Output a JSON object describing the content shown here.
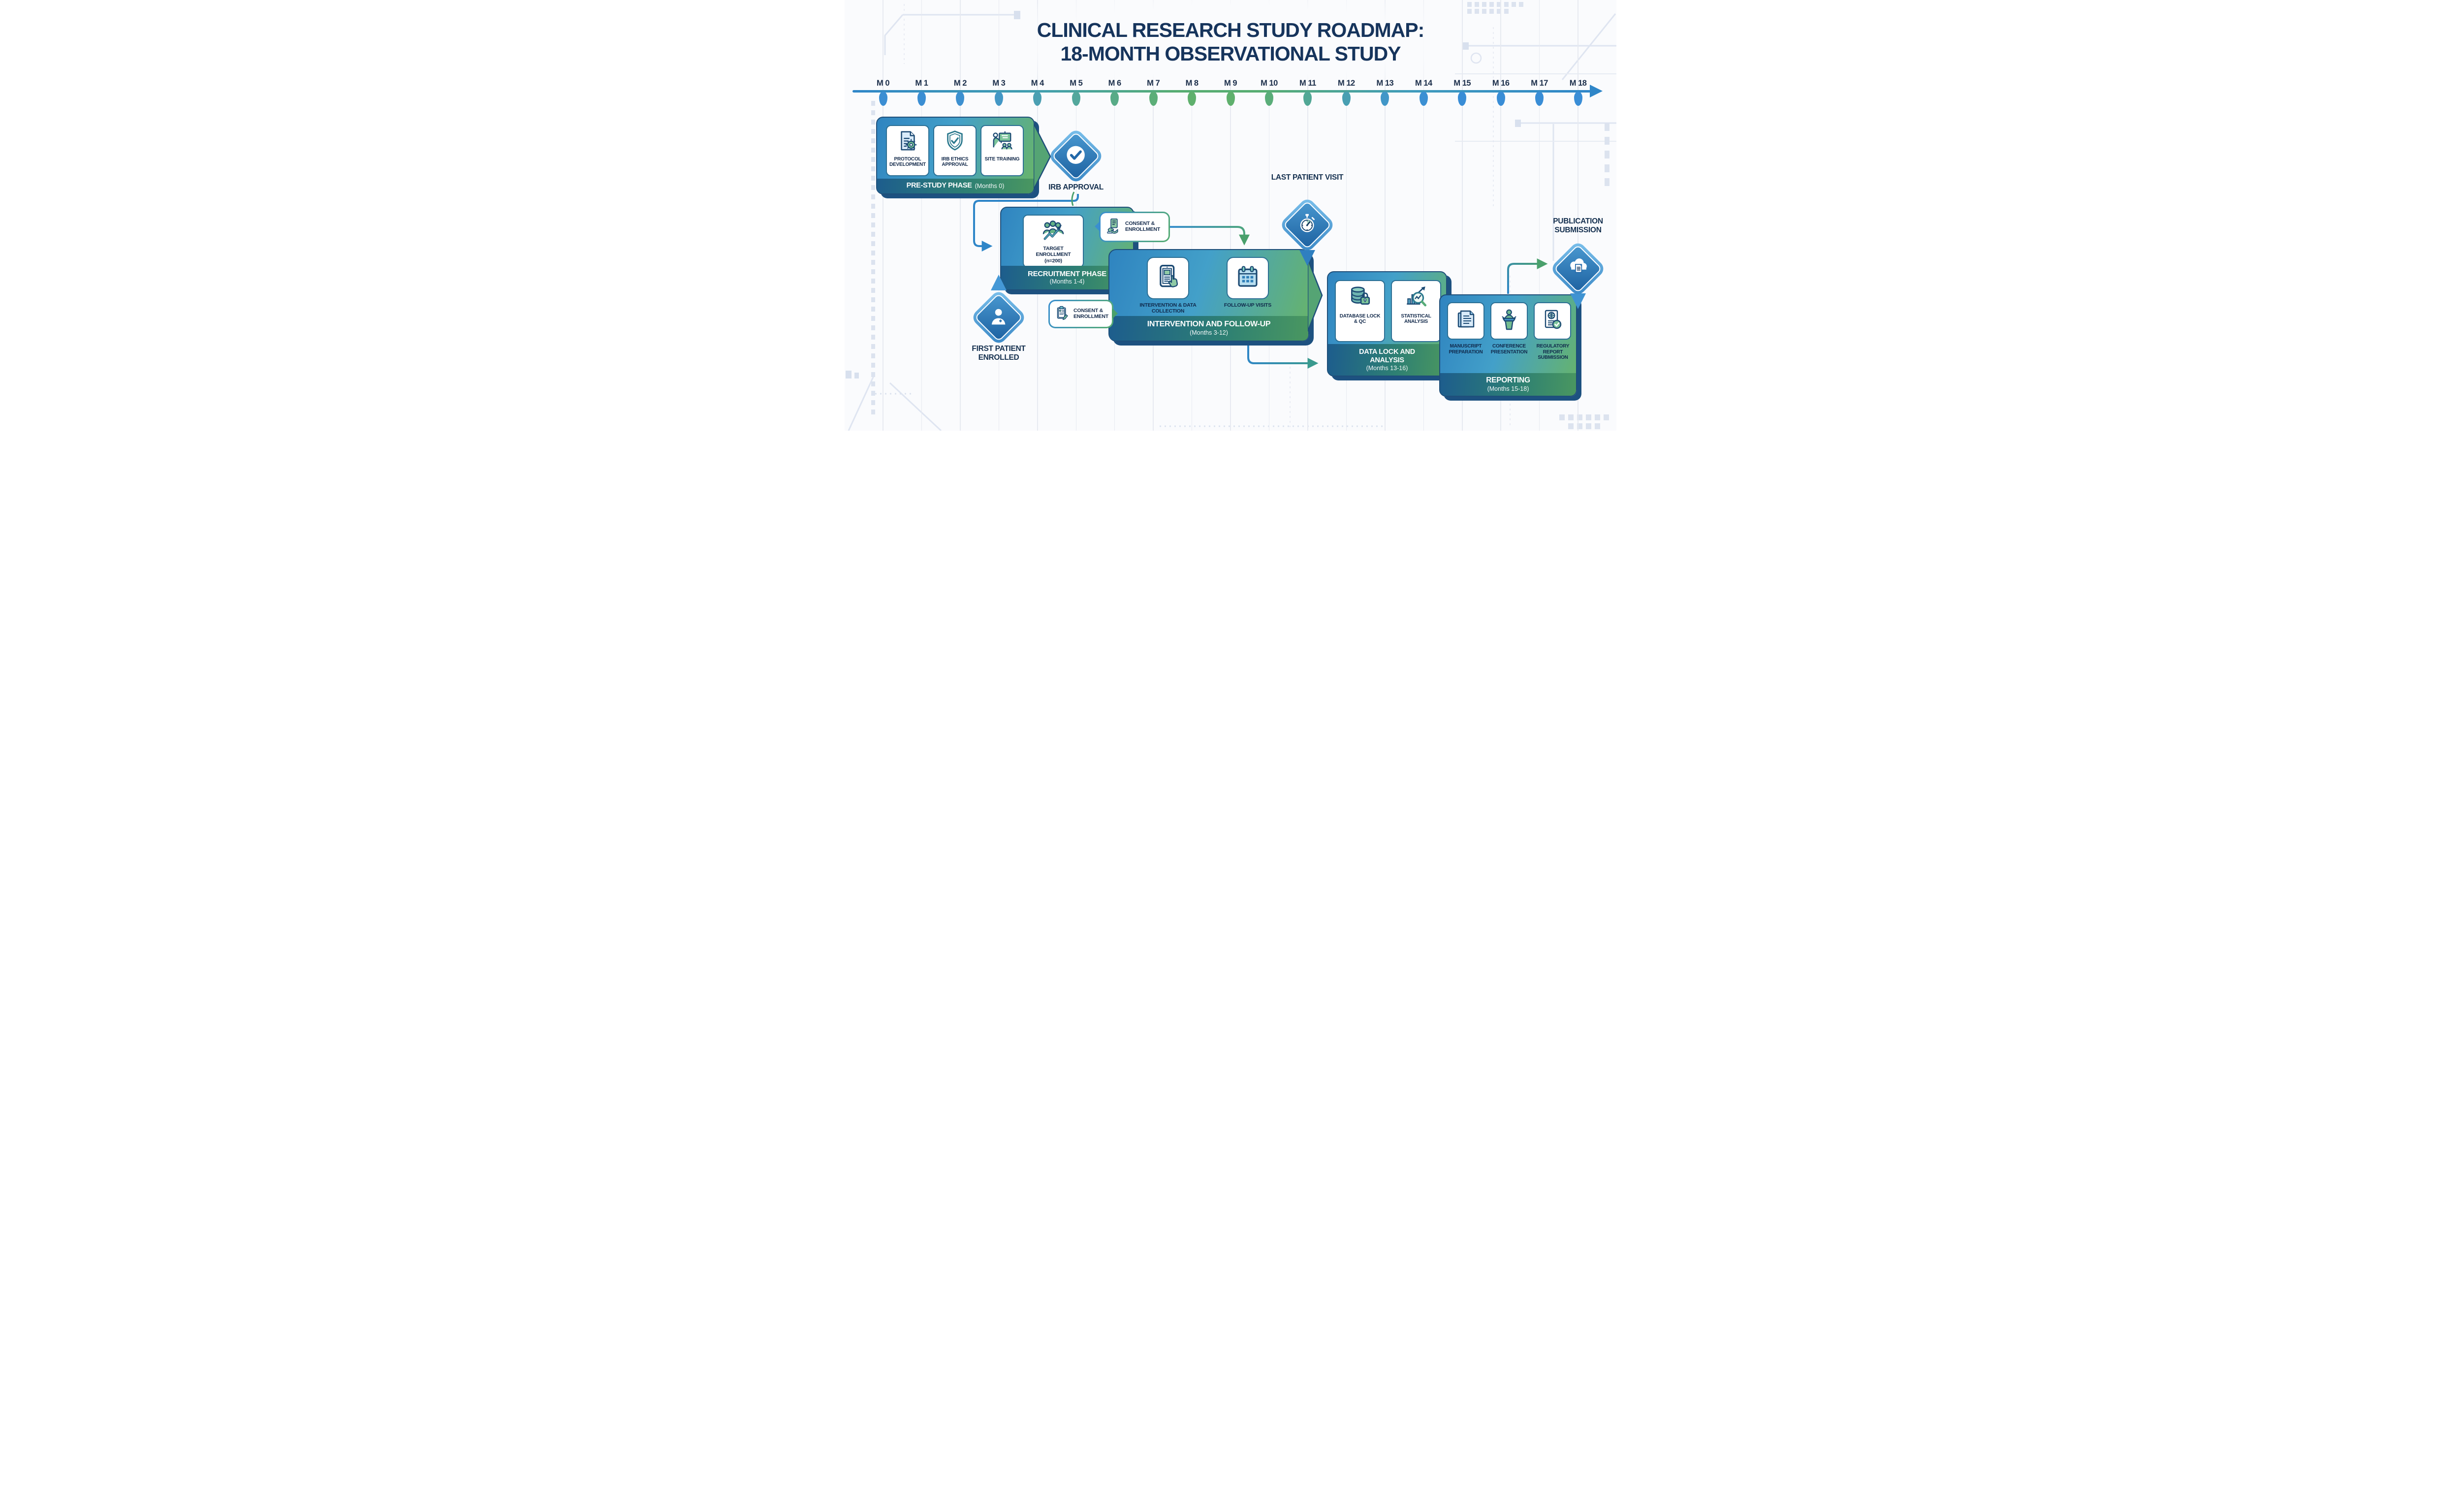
{
  "title": {
    "line1": "CLINICAL RESEARCH STUDY ROADMAP:",
    "line2": "18-MONTH OBSERVATIONAL STUDY"
  },
  "timeline": {
    "months": [
      "M 0",
      "M 1",
      "M 2",
      "M 3",
      "M 4",
      "M 5",
      "M 6",
      "M 7",
      "M 8",
      "M 9",
      "M 10",
      "M 11",
      "M 12",
      "M 13",
      "M 14",
      "M 15",
      "M 16",
      "M 17",
      "M 18"
    ],
    "dot_colors": [
      "#3b8ed3",
      "#3b8ed3",
      "#3d90d0",
      "#4397c5",
      "#4b9fb2",
      "#53a79c",
      "#58ab87",
      "#5cae78",
      "#5fb06d",
      "#5fb06d",
      "#5aad79",
      "#51a795",
      "#489fb2",
      "#4197c8",
      "#3c90d3",
      "#398dd6",
      "#398dd6",
      "#398dd6",
      "#398dd6"
    ]
  },
  "phases": [
    {
      "name": "PRE-STUDY PHASE",
      "months": "(Months 0)",
      "cards": [
        {
          "icon": "document-gear-icon",
          "label": "PROTOCOL DEVELOPMENT"
        },
        {
          "icon": "shield-check-icon",
          "label": "IRB ETHICS APPROVAL"
        },
        {
          "icon": "presenter-icon",
          "label": "SITE TRAINING"
        }
      ]
    },
    {
      "name": "RECRUITMENT PHASE",
      "months": "(Months 1-4)",
      "cards": [
        {
          "icon": "people-growth-icon",
          "label": "TARGET ENROLLMENT",
          "sublabel": "(n=200)"
        }
      ]
    },
    {
      "name": "INTERVENTION AND FOLLOW-UP",
      "months": "(Months 3-12)",
      "cards": [
        {
          "icon": "tablet-touch-icon",
          "label": "INTERVENTION & DATA COLLECTION"
        },
        {
          "icon": "calendar-icon",
          "label": "FOLLOW-UP VISITS"
        }
      ]
    },
    {
      "name": "DATA LOCK AND ANALYSIS",
      "months": "(Months 13-16)",
      "cards": [
        {
          "icon": "database-lock-icon",
          "label": "DATABASE LOCK & QC"
        },
        {
          "icon": "stats-magnifier-icon",
          "label": "STATISTICAL ANALYSIS"
        }
      ]
    },
    {
      "name": "REPORTING",
      "months": "(Months 15-18)",
      "cards": [
        {
          "icon": "manuscript-icon",
          "label": "MANUSCRIPT PREPARATION"
        },
        {
          "icon": "podium-icon",
          "label": "CONFERENCE PRESENTATION"
        },
        {
          "icon": "report-check-icon",
          "label": "REGULATORY REPORT SUBMISSION"
        }
      ]
    }
  ],
  "milestones": [
    {
      "label": "IRB APPROVAL",
      "icon": "check-circle-icon"
    },
    {
      "label": "FIRST PATIENT ENROLLED",
      "icon": "patient-icon"
    },
    {
      "label": "LAST PATIENT VISIT",
      "icon": "stopwatch-icon"
    },
    {
      "label": "PUBLICATION SUBMISSION",
      "icon": "cloud-document-icon"
    }
  ],
  "callouts": [
    {
      "label": "CONSENT & ENROLLMENT",
      "icon": "hand-document-icon"
    },
    {
      "label": "CONSENT & ENROLLMENT",
      "icon": "clipboard-pen-icon"
    }
  ],
  "colors": {
    "navy_text": "#16345c",
    "timeline_blue": "#2f86c8",
    "timeline_green": "#57ad72",
    "phase_gradient_start": "#2f84c0",
    "phase_gradient_end": "#68b468",
    "band_gradient_start": "#1d5d8d",
    "band_gradient_end": "#4a9760",
    "diamond_blue": "#2a72ae",
    "arrow_green": "#4aa06c"
  }
}
